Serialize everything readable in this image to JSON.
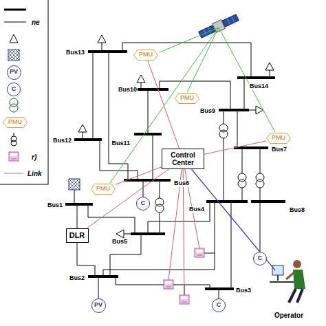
{
  "diagram": {
    "nodes": [
      {
        "text": [
          "PMU"
        ]
      },
      {
        "text": [
          "PV"
        ]
      },
      {
        "text": [
          "C"
        ]
      },
      {
        "text": [
          "PMU"
        ]
      },
      {
        "text": [
          "PMU"
        ]
      },
      {
        "text": [
          "PMU"
        ]
      },
      {
        "text": [
          "Control Center"
        ]
      },
      {
        "text": [
          "PMU"
        ]
      },
      {
        "text": [
          "C"
        ]
      },
      {
        "text": [
          "DLR"
        ]
      },
      {
        "text": [
          "C"
        ]
      },
      {
        "text": [
          "PV"
        ]
      },
      {
        "text": [
          "C"
        ]
      }
    ],
    "edges": [
      {
        "from": 6,
        "to": 0,
        "arrow": "none"
      },
      {
        "from": 6,
        "to": 5,
        "arrow": "none"
      },
      {
        "from": 6,
        "to": 7,
        "arrow": "none"
      },
      {
        "from": 6,
        "to": 9,
        "arrow": "none"
      }
    ],
    "labels": [
      "Bus13",
      "Bus10",
      "Bus14",
      "Bus9",
      "Bus12",
      "Bus11",
      "Bus7",
      "Bus6",
      "Bus4",
      "Bus8",
      "Bus1",
      "Bus5",
      "Bus2",
      "Bus3",
      "Operator"
    ],
    "legend": [
      {
        "text": "ne"
      },
      {
        "text": "r)"
      },
      {
        "text": "Link"
      }
    ]
  }
}
